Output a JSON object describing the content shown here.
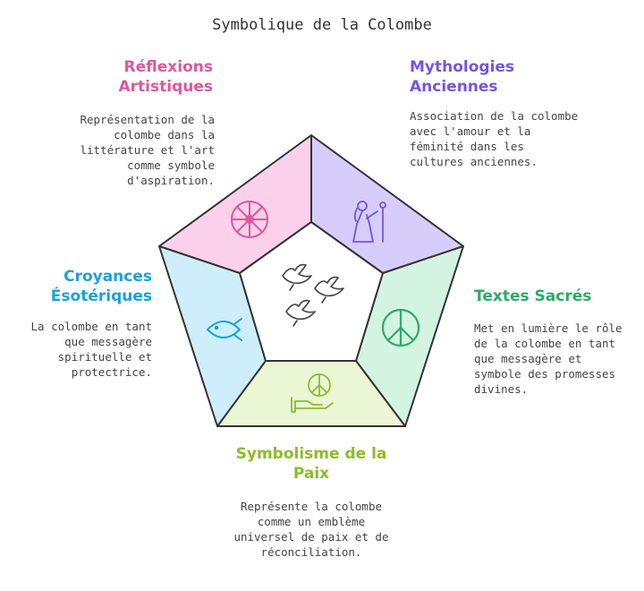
{
  "title": "Symbolique de la Colombe",
  "colors": {
    "reflexions": "#e0569e",
    "mythologies": "#7456de",
    "textes": "#2ea968",
    "paix": "#8dbb2a",
    "croyances": "#1aa2d8"
  },
  "sections": {
    "reflexions": {
      "title": "Réflexions Artistiques",
      "text": "Représentation de la colombe dans la littérature et l'art comme symbole d'aspiration.",
      "icon": "dharma-wheel-icon"
    },
    "mythologies": {
      "title": "Mythologies Anciennes",
      "text": "Association de la colombe avec l'amour et la féminité dans les cultures anciennes.",
      "icon": "goddess-icon"
    },
    "textes": {
      "title": "Textes Sacrés",
      "text": "Met en lumière le rôle de la colombe en tant que messagère et symbole des promesses divines.",
      "icon": "peace-symbol-icon"
    },
    "paix": {
      "title": "Symbolisme de la Paix",
      "text": "Représente la colombe comme un emblème universel de paix et de réconciliation.",
      "icon": "hand-peace-icon"
    },
    "croyances": {
      "title": "Croyances Ésotériques",
      "text": "La colombe en tant que messagère spirituelle et protectrice.",
      "icon": "fish-icon"
    }
  },
  "center_icon": "doves-icon"
}
